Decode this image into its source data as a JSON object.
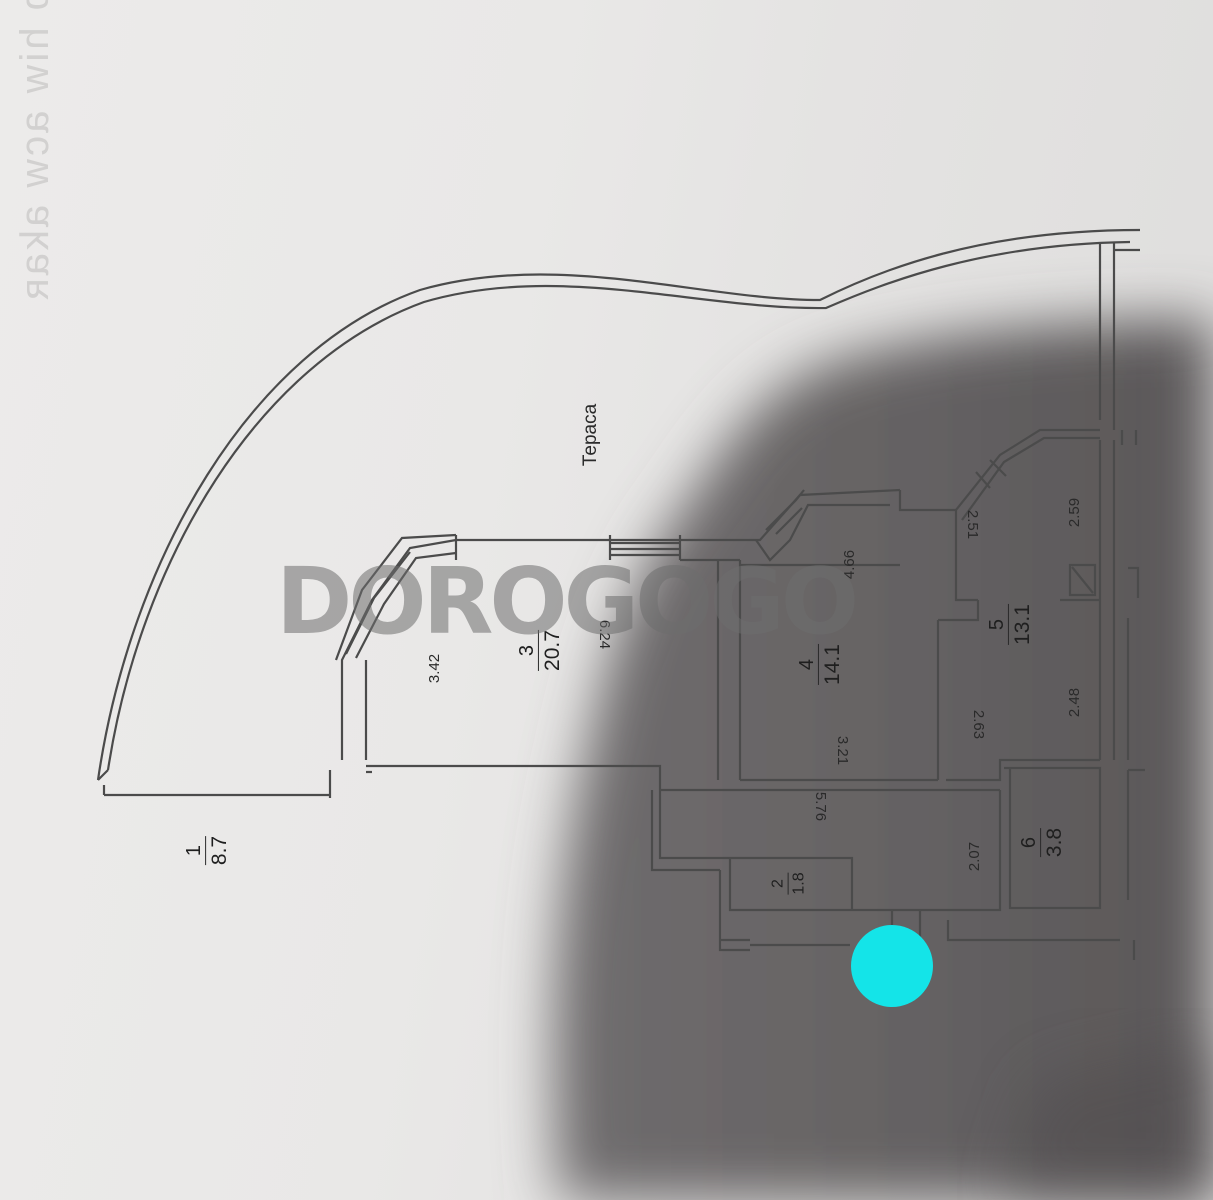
{
  "plan": {
    "terrace_label": "Тераса",
    "rooms": [
      {
        "id": "1",
        "number": "1",
        "area": "8.7"
      },
      {
        "id": "2",
        "number": "2",
        "area": "1.8"
      },
      {
        "id": "3",
        "number": "3",
        "area": "20.7"
      },
      {
        "id": "4",
        "number": "4",
        "area": "14.1"
      },
      {
        "id": "5",
        "number": "5",
        "area": "13.1"
      },
      {
        "id": "6",
        "number": "6",
        "area": "3.8"
      }
    ],
    "dimensions": {
      "room3_a": "3.42",
      "room3_b": "6.24",
      "room4_a": "4.66",
      "room4_b": "3.21",
      "room5_a": "2.51",
      "room5_b": "2.59",
      "room5_c": "2.63",
      "room5_d": "2.48",
      "corridor_a": "5.76",
      "corridor_b": "2.07"
    }
  },
  "watermark": "DOROGOGO",
  "colors": {
    "paper": "#ebeae9",
    "line": "#4a4a4a",
    "shadow": "#5d5a5c",
    "marker": "#14e4e8"
  }
}
